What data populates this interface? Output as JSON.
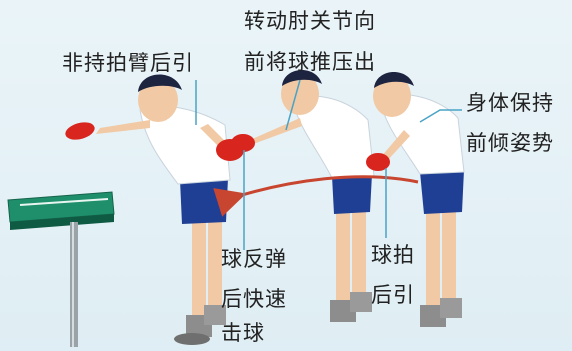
{
  "annotations": {
    "non_racket_arm": "非持拍臂后引",
    "elbow_line1": "转动肘关节向",
    "elbow_line2": "前将球推压出",
    "body_line1": "身体保持",
    "body_line2": "前倾姿势",
    "rebound_line1": "球反弹",
    "rebound_line2": "后快速",
    "rebound_line3": "击球",
    "backswing_line1": "球拍",
    "backswing_line2": "后引"
  },
  "colors": {
    "background": "#e7f2f6",
    "shirt": "#ffffff",
    "shorts": "#1f3f95",
    "skin": "#f1c9a4",
    "hair": "#1c2440",
    "paddle": "#d8261e",
    "table_top": "#1e8f6a",
    "arrow": "#c8462f",
    "leader_line": "#4aa3c6"
  },
  "icons": [
    "table-tennis-player-figure",
    "table-tennis-table",
    "motion-arrow",
    "paddle"
  ]
}
